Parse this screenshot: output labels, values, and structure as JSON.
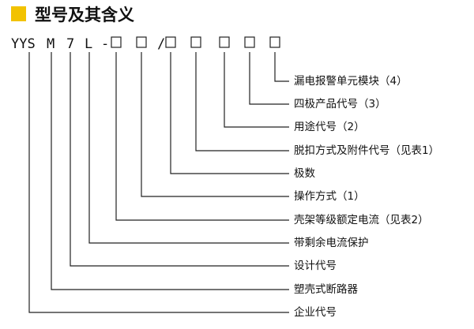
{
  "colors": {
    "accent": "#F2C200",
    "ink": "#111111"
  },
  "title": "型号及其含义",
  "code": {
    "prefix": "YYS",
    "m": "M",
    "seven": "7",
    "l": "L",
    "dash": "-",
    "slash": "/"
  },
  "descriptions": [
    "漏电报警单元模块（4）",
    "四极产品代号（3）",
    "用途代号（2）",
    "脱扣方式及附件代号（见表1）",
    "极数",
    "操作方式（1）",
    "壳架等级额定电流（见表2）",
    "带剩余电流保护",
    "设计代号",
    "塑壳式断路器",
    "企业代号"
  ]
}
